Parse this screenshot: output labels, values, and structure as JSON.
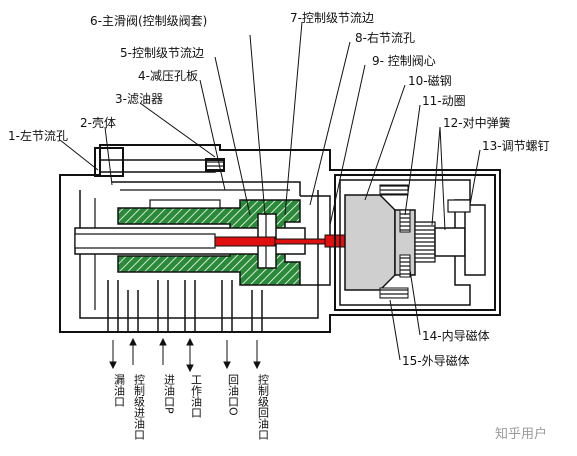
{
  "labels": {
    "l1": "1-左节流孔",
    "l2": "2-壳体",
    "l3": "3-滤油器",
    "l4": "4-减压孔板",
    "l5": "5-控制级节流边",
    "l6": "6-主滑阀(控制级阀套)",
    "l7": "7-控制级节流边",
    "l8": "8-右节流孔",
    "l9": "9- 控制阀心",
    "l10": "10-磁钢",
    "l11": "11-动圈",
    "l12": "12-对中弹簧",
    "l13": "13-调节螺钉",
    "l14": "14-内导磁体",
    "l15": "15-外导磁体"
  },
  "ports": {
    "p1": "漏油口",
    "p2": "控制级进油口",
    "p3": "进油口P",
    "p4": "工作油口",
    "p5": "回油口O",
    "p6": "控制级回油口"
  },
  "watermark": "知乎用户",
  "colors": {
    "ink": "#111111",
    "hatch": "#2a8a3a",
    "red": "#e01010",
    "gray": "#cfcfcf"
  }
}
